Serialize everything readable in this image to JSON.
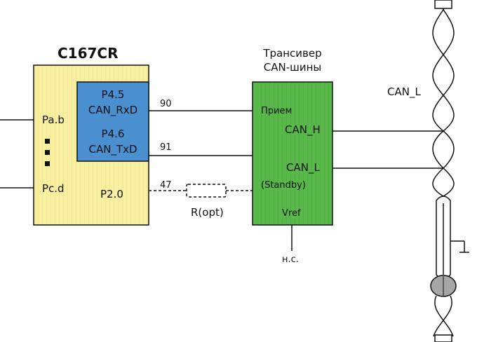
{
  "mcu": {
    "title": "C167CR",
    "pin_left_top": "Pa.b",
    "pin_left_bottom": "Pc.d",
    "port_rx_line1": "P4.5",
    "port_rx_line2": "CAN_RxD",
    "port_tx_line1": "P4.6",
    "port_tx_line2": "CAN_TxD",
    "pin_p20": "P2.0"
  },
  "wires": {
    "pin_90": "90",
    "pin_91": "91",
    "pin_47": "47",
    "resistor_label": "R(opt)"
  },
  "transceiver": {
    "title_line1": "Трансивер",
    "title_line2": "CAN-шины",
    "pin_rx": "Прием",
    "pin_canh": "CAN_H",
    "pin_canl": "CAN_L",
    "pin_standby": "(Standby)",
    "pin_vref": "Vref",
    "nc_label": "н.с."
  },
  "bus": {
    "label": "CAN_L"
  },
  "colors": {
    "mcu_fill": "#f8f0a0",
    "port_fill": "#4a8fd0",
    "transceiver_fill": "#58b84a",
    "line": "#111111"
  }
}
